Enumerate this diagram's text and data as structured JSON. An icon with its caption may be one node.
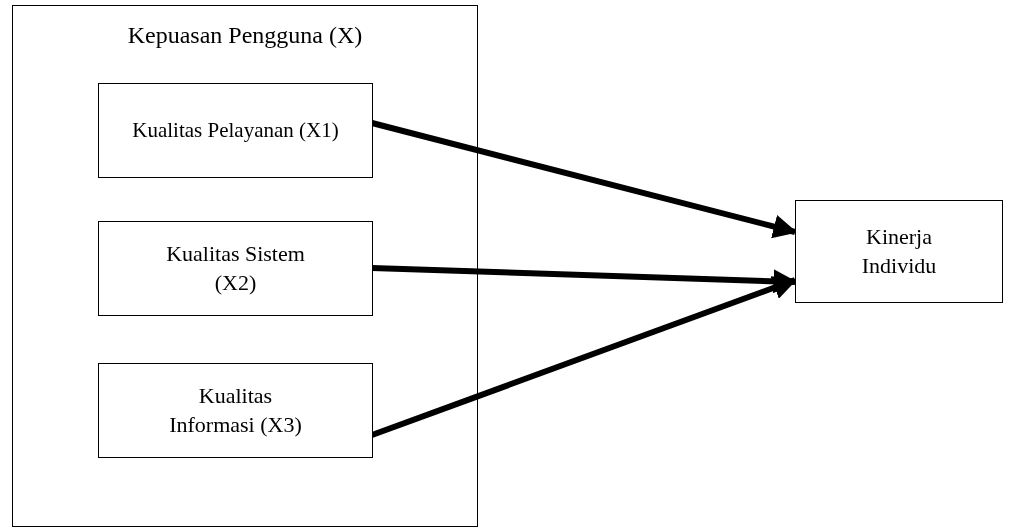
{
  "diagram": {
    "nodes": [
      {
        "text": [
          "Kepuasan Pengguna (X)"
        ]
      },
      {
        "text": [
          "Kualitas Pelayanan (X1)"
        ],
        "in": 0
      },
      {
        "text": [
          "Kualitas Sistem (X2)"
        ],
        "in": 0
      },
      {
        "text": [
          "Kualitas Informasi (X3)"
        ],
        "in": 0
      },
      {
        "text": [
          "Kinerja Individu"
        ]
      }
    ],
    "edges": [
      {
        "from": 1,
        "to": 4,
        "arrow": "to"
      },
      {
        "from": 2,
        "to": 4,
        "arrow": "to"
      },
      {
        "from": 3,
        "to": 4,
        "arrow": "to"
      }
    ]
  }
}
